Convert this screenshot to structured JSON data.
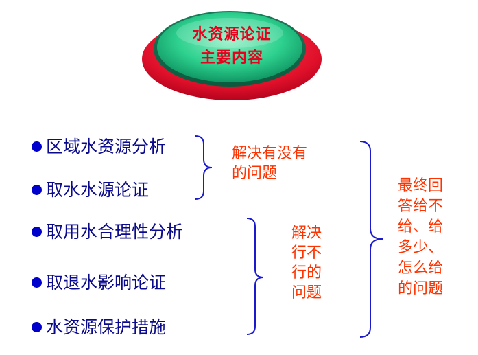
{
  "title": {
    "line1": "水资源论证",
    "line2": "主要内容"
  },
  "items": [
    "区域水资源分析",
    "取水水源论证",
    "取用水合理性分析",
    "取退水影响论证",
    "水资源保护措施"
  ],
  "group1_note": {
    "line1": "解决有没有",
    "line2": "的问题"
  },
  "group2_note": {
    "line1": "解决",
    "line2": "行不",
    "line3": "行的",
    "line4": "问题"
  },
  "overall_note": {
    "line1": "最终回",
    "line2": "答给不",
    "line3": "给、给",
    "line4": "多少、",
    "line5": "怎么给",
    "line6": "的问题"
  },
  "colors": {
    "item_text": "#0a0a8a",
    "bullet": "#0000cc",
    "note_text": "#ff3300",
    "title_text": "#e8001c",
    "badge_green": "#2ed18f",
    "badge_red": "#e0102a",
    "brace": "#1a1acc"
  }
}
